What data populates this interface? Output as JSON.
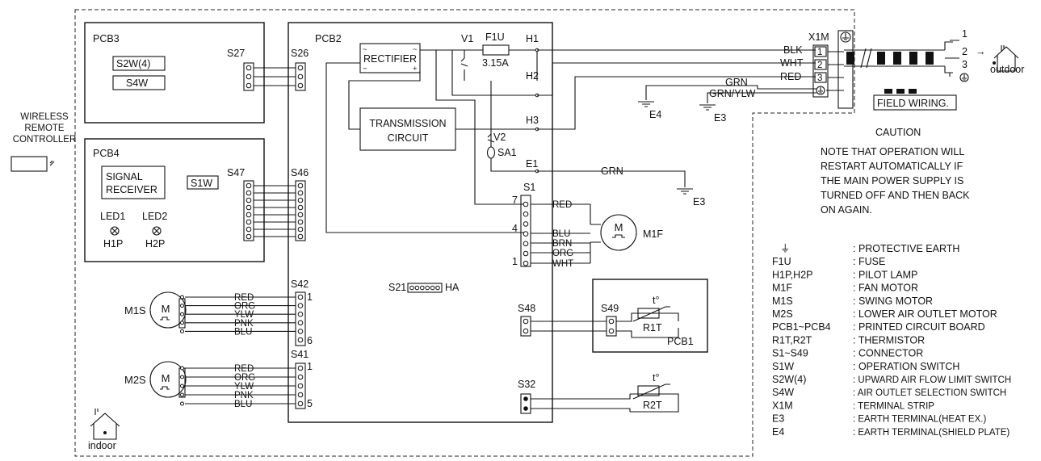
{
  "outdoor_label": "outdoor",
  "indoor_label": "indoor",
  "field_wiring": "FIELD WIRING.",
  "caution": {
    "title": "CAUTION",
    "lines": [
      "NOTE THAT OPERATION WILL",
      "RESTART AUTOMATICALLY IF",
      "THE MAIN POWER SUPPLY IS",
      "TURNED OFF AND THEN BACK",
      "ON AGAIN."
    ]
  },
  "remote": [
    "WIRELESS",
    "REMOTE",
    "CONTROLLER"
  ],
  "pcb3": {
    "name": "PCB3",
    "sw1": "S2W(4)",
    "sw2": "S4W",
    "conn": "S27"
  },
  "pcb4": {
    "name": "PCB4",
    "receiver": [
      "SIGNAL",
      "RECEIVER"
    ],
    "sw": "S1W",
    "conn": "S47",
    "led1": "LED1",
    "led2": "LED2",
    "lamp1": "H1P",
    "lamp2": "H2P"
  },
  "pcb2": {
    "name": "PCB2",
    "rectifier": "RECTIFIER",
    "transmission": [
      "TRANSMISSION",
      "CIRCUIT"
    ],
    "v1": "V1",
    "v2": "V2",
    "sa1": "SA1",
    "fuse": "F1U",
    "fuse_rating": "3.15A",
    "h1": "H1",
    "h2": "H2",
    "h3": "H3",
    "e1": "E1",
    "s26": "S26",
    "s46": "S46",
    "s42": "S42",
    "s41": "S41",
    "s1": "S1",
    "s48": "S48",
    "s32": "S32",
    "s21": "S21",
    "ha": "HA"
  },
  "pcb1": {
    "name": "PCB1",
    "conn": "S49",
    "thermistor": "R1T",
    "t_symbol": "t°"
  },
  "r2t": "R2T",
  "t_symbol": "t°",
  "x1m": {
    "name": "X1M",
    "terminals": [
      "1",
      "2",
      "3"
    ],
    "wires": [
      "BLK",
      "WHT",
      "RED"
    ],
    "earth_wires": [
      "GRN",
      "GRN/YLW"
    ],
    "outdoor_numbers": [
      "1",
      "2",
      "3"
    ]
  },
  "earths": {
    "e4": "E4",
    "e3a": "E3",
    "e3b": "E3",
    "grn": "GRN"
  },
  "s1_pins": {
    "pin7": "7",
    "pin4": "4",
    "pin1": "1"
  },
  "s1_wires": [
    "RED",
    "BLU",
    "BRN",
    "ORG",
    "WHT"
  ],
  "fan_motor": {
    "name": "M1F",
    "symbol": "M"
  },
  "swing_motor": {
    "name": "M1S",
    "symbol": "M"
  },
  "lower_motor": {
    "name": "M2S",
    "symbol": "M"
  },
  "motor_wires": [
    "RED",
    "ORG",
    "YLW",
    "PNK",
    "BLU"
  ],
  "s42_pins": [
    "1",
    "6"
  ],
  "s41_pins": [
    "1",
    "5"
  ],
  "legend": [
    {
      "sym": "⏚",
      "desc": ": PROTECTIVE EARTH"
    },
    {
      "sym": "F1U",
      "desc": ": FUSE"
    },
    {
      "sym": "H1P,H2P",
      "desc": ": PILOT LAMP"
    },
    {
      "sym": "M1F",
      "desc": ": FAN MOTOR"
    },
    {
      "sym": "M1S",
      "desc": ": SWING MOTOR"
    },
    {
      "sym": "M2S",
      "desc": ": LOWER AIR OUTLET MOTOR"
    },
    {
      "sym": "PCB1~PCB4",
      "desc": ": PRINTED CIRCUIT BOARD"
    },
    {
      "sym": "R1T,R2T",
      "desc": ": THERMISTOR"
    },
    {
      "sym": "S1~S49",
      "desc": ": CONNECTOR"
    },
    {
      "sym": "S1W",
      "desc": ": OPERATION SWITCH"
    },
    {
      "sym": "S2W(4)",
      "desc": ": UPWARD AIR FLOW LIMIT SWITCH"
    },
    {
      "sym": "S4W",
      "desc": ": AIR OUTLET SELECTION SWITCH"
    },
    {
      "sym": "X1M",
      "desc": ": TERMINAL STRIP"
    },
    {
      "sym": "E3",
      "desc": ": EARTH TERMINAL(HEAT EX.)"
    },
    {
      "sym": "E4",
      "desc": ": EARTH TERMINAL(SHIELD PLATE)"
    }
  ]
}
